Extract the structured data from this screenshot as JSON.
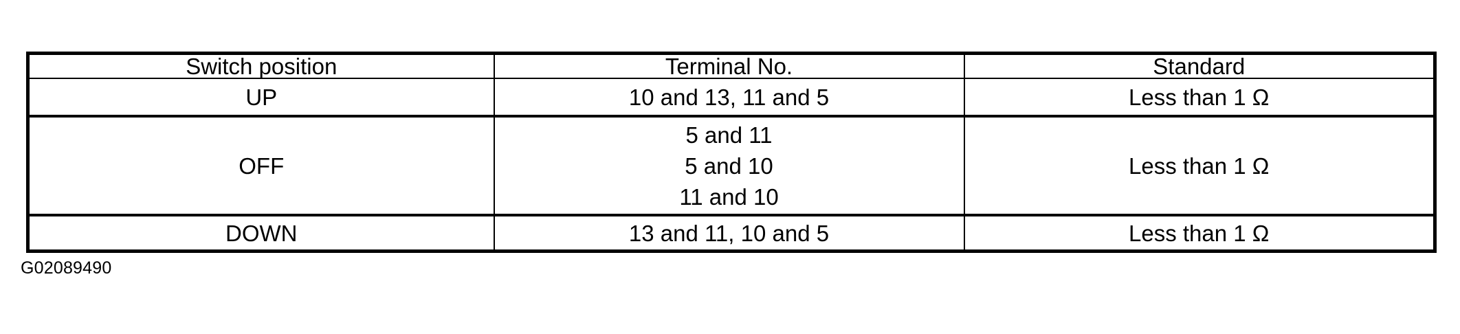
{
  "document": {
    "background_color": "#ffffff",
    "text_color": "#000000"
  },
  "table": {
    "name": "switch-position-continuity-table",
    "columns": [
      "Switch position",
      "Terminal No.",
      "Standard"
    ],
    "rows": [
      {
        "switch_position": "UP",
        "terminal_no": "10 and 13, 11 and 5",
        "terminal_no_lines": [
          "10 and 13, 11 and 5"
        ],
        "standard": "Less than 1 Ω"
      },
      {
        "switch_position": "OFF",
        "terminal_no": "5 and 11 / 5 and 10 / 11 and 10",
        "terminal_no_lines": [
          "5 and 11",
          "5 and 10",
          "11 and 10"
        ],
        "standard": "Less than 1 Ω"
      },
      {
        "switch_position": "DOWN",
        "terminal_no": "13 and 11, 10 and 5",
        "terminal_no_lines": [
          "13 and 11, 10 and 5"
        ],
        "standard": "Less than 1 Ω"
      }
    ]
  },
  "caption": {
    "text": "G02089490"
  }
}
